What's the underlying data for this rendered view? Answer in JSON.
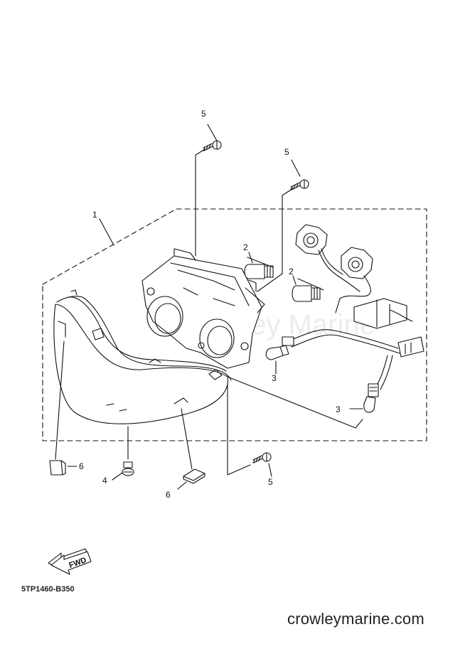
{
  "diagram": {
    "callouts": [
      {
        "id": "c1",
        "label": "1"
      },
      {
        "id": "c2a",
        "label": "2"
      },
      {
        "id": "c2b",
        "label": "2"
      },
      {
        "id": "c3a",
        "label": "3"
      },
      {
        "id": "c3b",
        "label": "3"
      },
      {
        "id": "c4",
        "label": "4"
      },
      {
        "id": "c5a",
        "label": "5"
      },
      {
        "id": "c5b",
        "label": "5"
      },
      {
        "id": "c5c",
        "label": "5"
      },
      {
        "id": "c6a",
        "label": "6"
      },
      {
        "id": "c6b",
        "label": "6"
      }
    ],
    "fwd_label": "FWD",
    "watermark": "Crowley Marine"
  },
  "footer": {
    "part_code": "5TP1460-B350",
    "brand": "crowleymarine.com"
  },
  "colors": {
    "ink": "#111111",
    "watermark": "#d9dde5"
  }
}
